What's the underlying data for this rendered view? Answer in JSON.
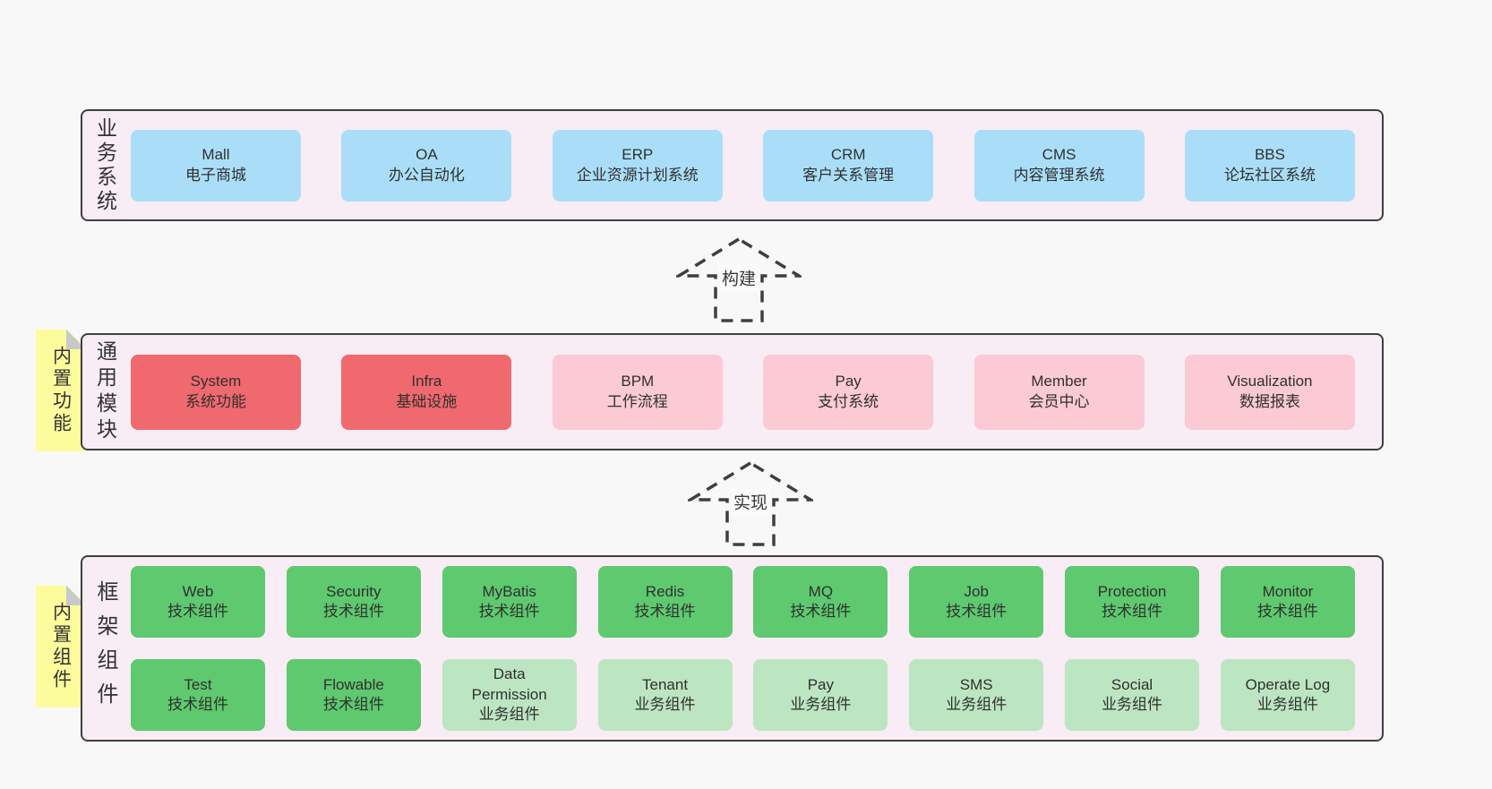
{
  "page": {
    "background": "#f8f8f8"
  },
  "palette": {
    "blue": "#aadef8",
    "red": "#f0696e",
    "pink": "#fbcad4",
    "green": "#5ec96f",
    "light_green": "#bce6c1",
    "container_bg": "#f8ecf5",
    "container_border": "#3f3f3f",
    "sticky_yellow": "#fdfc9d",
    "sticky_fold_gray": "#c9c9c9",
    "text": "#303030"
  },
  "arrows": [
    {
      "label": "构建"
    },
    {
      "label": "实现"
    }
  ],
  "stickies": [
    {
      "label": "内置功能"
    },
    {
      "label": "内置组件"
    }
  ],
  "layers": [
    {
      "id": "business",
      "side_label": "业务系统",
      "rows": [
        [
          {
            "title": "Mall",
            "subtitle": "电子商城",
            "variant": "blue"
          },
          {
            "title": "OA",
            "subtitle": "办公自动化",
            "variant": "blue"
          },
          {
            "title": "ERP",
            "subtitle": "企业资源计划系统",
            "variant": "blue"
          },
          {
            "title": "CRM",
            "subtitle": "客户关系管理",
            "variant": "blue"
          },
          {
            "title": "CMS",
            "subtitle": "内容管理系统",
            "variant": "blue"
          },
          {
            "title": "BBS",
            "subtitle": "论坛社区系统",
            "variant": "blue"
          }
        ]
      ]
    },
    {
      "id": "modules",
      "side_label": "通用模块",
      "rows": [
        [
          {
            "title": "System",
            "subtitle": "系统功能",
            "variant": "red"
          },
          {
            "title": "Infra",
            "subtitle": "基础设施",
            "variant": "red"
          },
          {
            "title": "BPM",
            "subtitle": "工作流程",
            "variant": "pink"
          },
          {
            "title": "Pay",
            "subtitle": "支付系统",
            "variant": "pink"
          },
          {
            "title": "Member",
            "subtitle": "会员中心",
            "variant": "pink"
          },
          {
            "title": "Visualization",
            "subtitle": "数据报表",
            "variant": "pink"
          }
        ]
      ]
    },
    {
      "id": "components",
      "side_label": "框架组件",
      "rows": [
        [
          {
            "title": "Web",
            "subtitle": "技术组件",
            "variant": "green"
          },
          {
            "title": "Security",
            "subtitle": "技术组件",
            "variant": "green"
          },
          {
            "title": "MyBatis",
            "subtitle": "技术组件",
            "variant": "green"
          },
          {
            "title": "Redis",
            "subtitle": "技术组件",
            "variant": "green"
          },
          {
            "title": "MQ",
            "subtitle": "技术组件",
            "variant": "green"
          },
          {
            "title": "Job",
            "subtitle": "技术组件",
            "variant": "green"
          },
          {
            "title": "Protection",
            "subtitle": "技术组件",
            "variant": "green"
          },
          {
            "title": "Monitor",
            "subtitle": "技术组件",
            "variant": "green"
          }
        ],
        [
          {
            "title": "Test",
            "subtitle": "技术组件",
            "variant": "green"
          },
          {
            "title": "Flowable",
            "subtitle": "技术组件",
            "variant": "green"
          },
          {
            "title": "Data Permission",
            "subtitle": "业务组件",
            "variant": "light_green"
          },
          {
            "title": "Tenant",
            "subtitle": "业务组件",
            "variant": "light_green"
          },
          {
            "title": "Pay",
            "subtitle": "业务组件",
            "variant": "light_green"
          },
          {
            "title": "SMS",
            "subtitle": "业务组件",
            "variant": "light_green"
          },
          {
            "title": "Social",
            "subtitle": "业务组件",
            "variant": "light_green"
          },
          {
            "title": "Operate Log",
            "subtitle": "业务组件",
            "variant": "light_green"
          }
        ]
      ]
    }
  ]
}
